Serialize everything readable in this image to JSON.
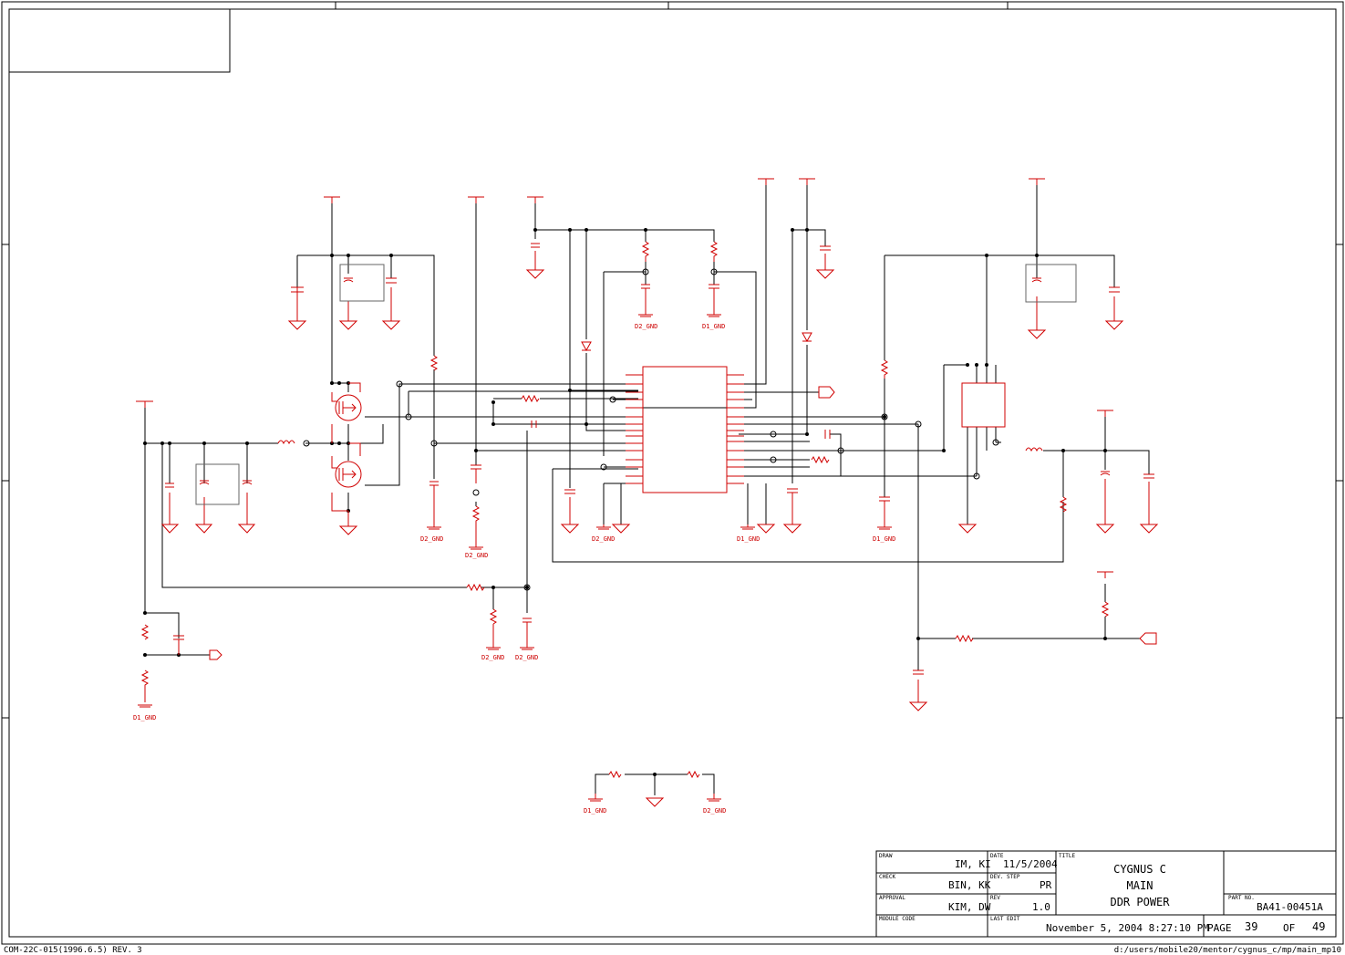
{
  "title_block": {
    "draw": {
      "label": "DRAW",
      "value": "IM, KI"
    },
    "date": {
      "label": "DATE",
      "value": "11/5/2004"
    },
    "title": {
      "label": "TITLE",
      "line1": "CYGNUS C",
      "line2": "MAIN",
      "line3": "DDR POWER"
    },
    "check": {
      "label": "CHECK",
      "value": "BIN, KK"
    },
    "dev_step": {
      "label": "DEV. STEP",
      "value": "PR"
    },
    "approval": {
      "label": "APPROVAL",
      "value": "KIM, DW"
    },
    "rev": {
      "label": "REV",
      "value": "1.0"
    },
    "part_no": {
      "label": "PART NO.",
      "value": "BA41-00451A"
    },
    "module_code": {
      "label": "MODULE CODE",
      "value": ""
    },
    "last_edit": {
      "label": "LAST EDIT",
      "value": "November 5, 2004  8:27:10 PM"
    },
    "page": {
      "label": "PAGE",
      "value": "39",
      "of_label": "OF",
      "total": "49"
    }
  },
  "footer": {
    "form_code": "COM-22C-015(1996.6.5) REV. 3",
    "file_path": "d:/users/mobile20/mentor/cygnus_c/mp/main_mp10"
  },
  "ground_labels": {
    "d1": "D1_GND",
    "d2": "D2_GND"
  },
  "colors": {
    "wire": "#000000",
    "component": "#d00000",
    "background": "#ffffff"
  }
}
